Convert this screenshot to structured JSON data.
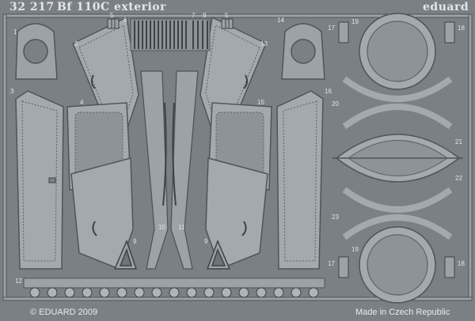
{
  "header": {
    "code": "32 217",
    "title": "Bf 110C exterior",
    "brand": "eduard"
  },
  "footer": {
    "copyright": "© EDUARD 2009",
    "origin": "Made in Czech Republic"
  },
  "part_numbers": {
    "p1": "1",
    "p2": "2",
    "p3": "3",
    "p4": "4",
    "p5a": "5",
    "p5b": "5",
    "p6": "6",
    "p7": "7",
    "p8": "8",
    "p9a": "9",
    "p9b": "9",
    "p10": "10",
    "p11": "11",
    "p12": "12",
    "p13": "13",
    "p14": "14",
    "p15": "15",
    "p16": "16",
    "p17a": "17",
    "p17b": "17",
    "p18a": "18",
    "p18b": "18",
    "p19a": "19",
    "p19b": "19",
    "p20": "20",
    "p21": "21",
    "p22": "22",
    "p23": "23"
  },
  "colors": {
    "background": "#7b8085",
    "metal": "#9da2a7",
    "metal_light": "#b9bdc1",
    "edge": "#4f5459",
    "hole": "#6f7479",
    "text": "#e4e6e8"
  }
}
